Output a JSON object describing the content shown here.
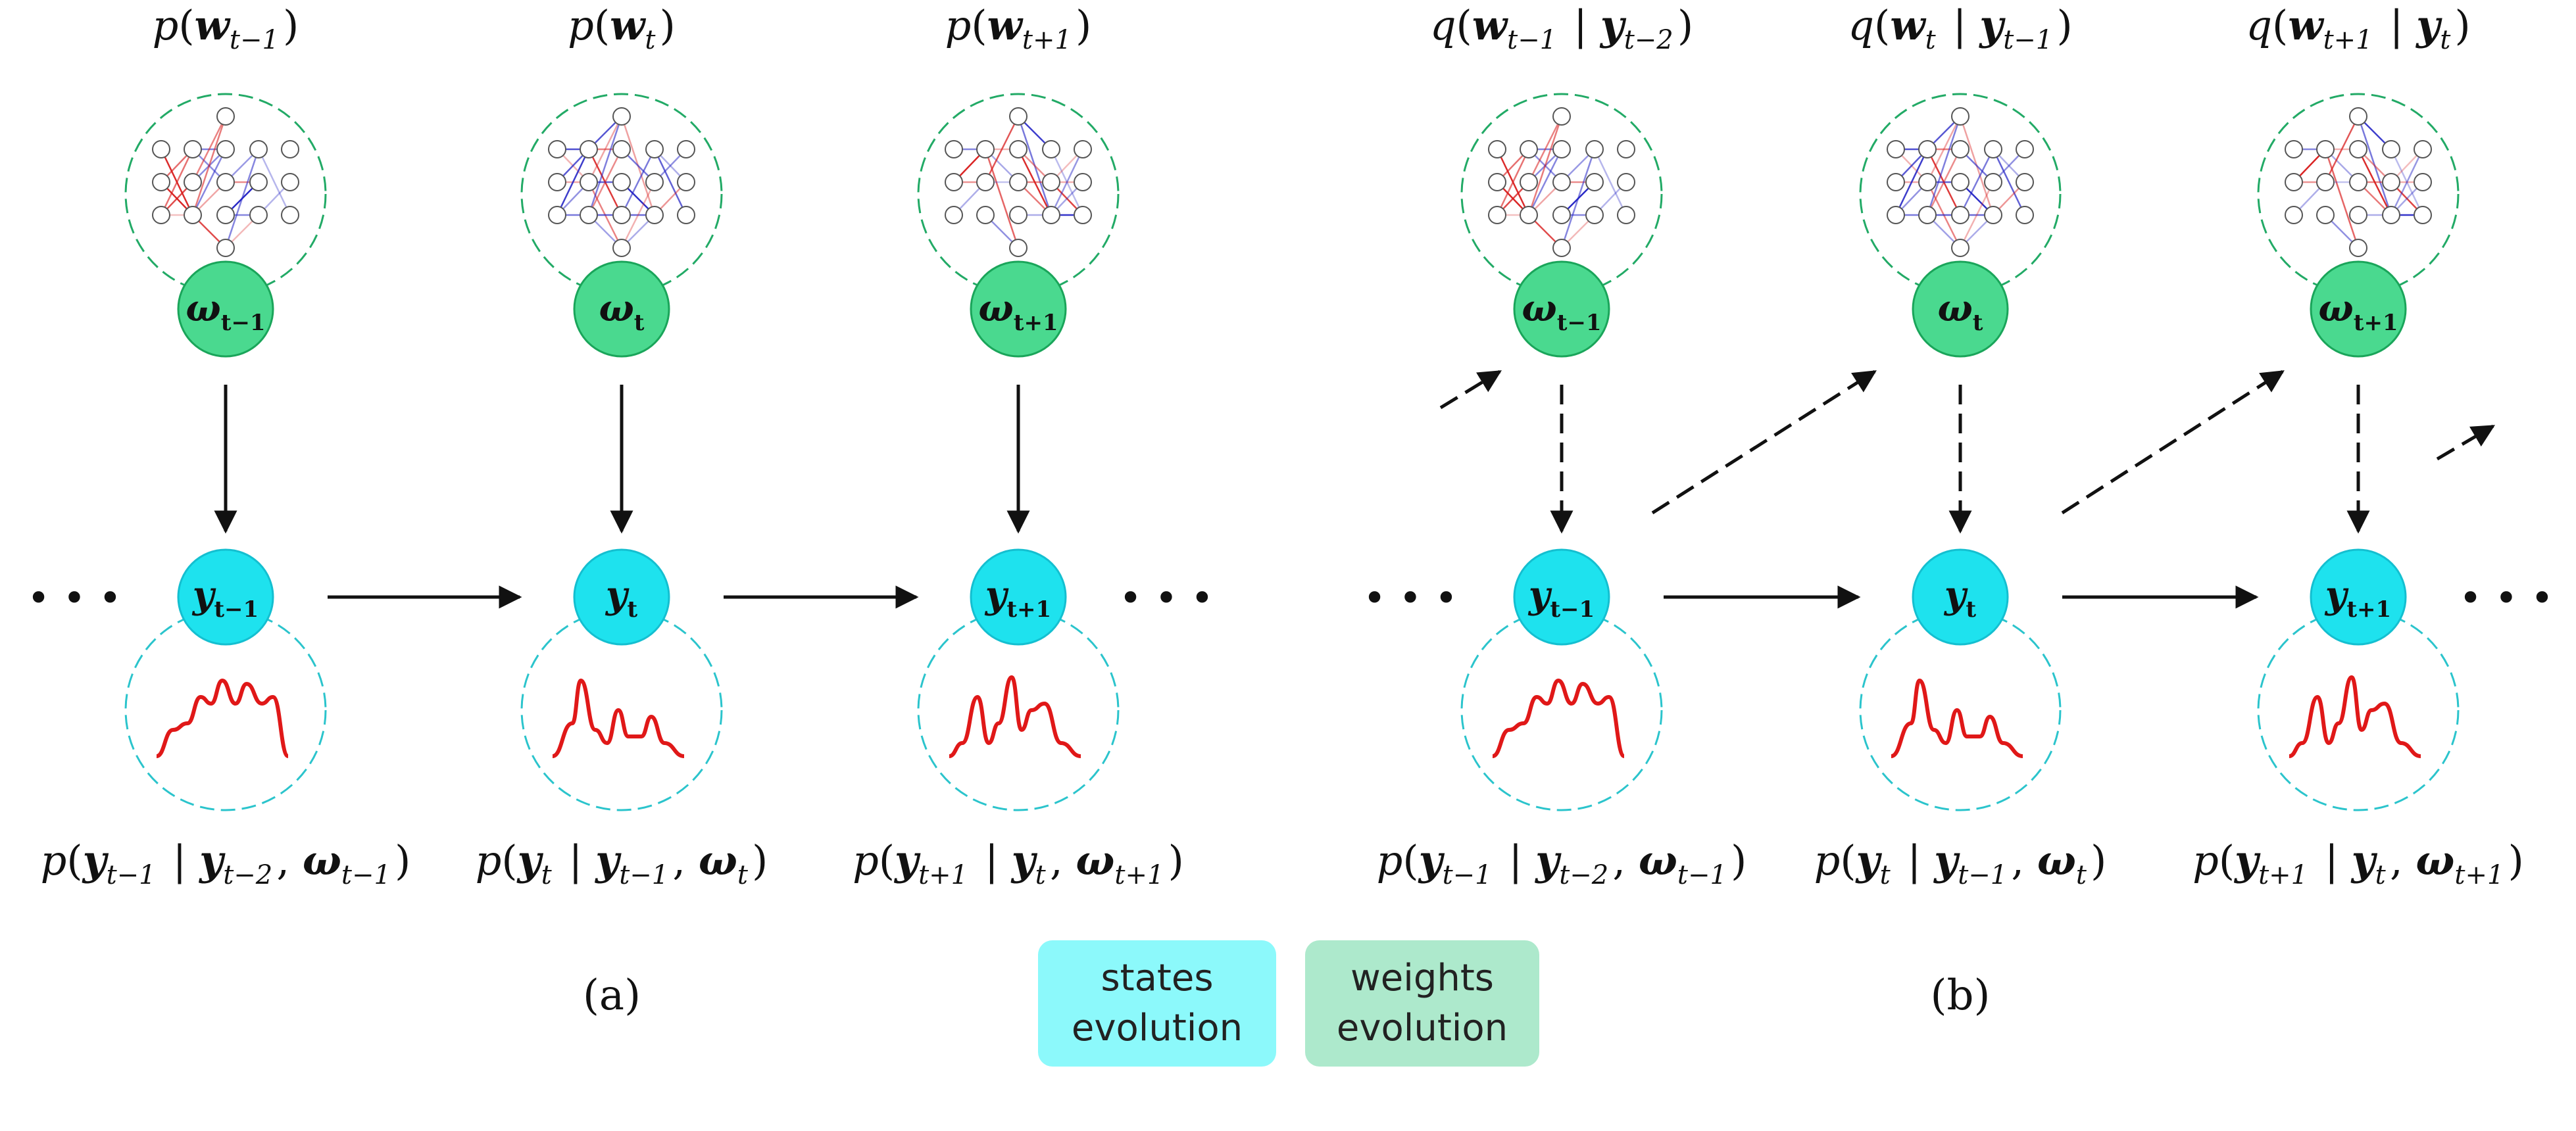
{
  "colors": {
    "state_fill": "#1ee2ee",
    "state_stroke": "#14bfd0",
    "weight_fill": "#4ad98f",
    "weight_stroke": "#1aa55a",
    "curve": "#e01818",
    "legend_state": "#8cf9fb",
    "legend_weight": "#ade9cc"
  },
  "legend": {
    "states_line1": "states",
    "states_line2": "evolution",
    "weights_line1": "weights",
    "weights_line2": "evolution"
  },
  "panels": {
    "a_label": "(a)",
    "b_label": "(b)"
  },
  "ellipsis": "• • •",
  "panel_a": {
    "top_labels": [
      {
        "pre": "p(",
        "var": "w",
        "sub": "t−1",
        "post": ")"
      },
      {
        "pre": "p(",
        "var": "w",
        "sub": "t",
        "post": ")"
      },
      {
        "pre": "p(",
        "var": "w",
        "sub": "t+1",
        "post": ")"
      }
    ],
    "bottom_labels": [
      "p(y_{t−1} | y_{t−2}, ω_{t−1})",
      "p(y_t | y_{t−1}, ω_t)",
      "p(y_{t+1} | y_t, ω_{t+1})"
    ]
  },
  "panel_b": {
    "top_labels": [
      "q(w_{t−1} | y_{t−2})",
      "q(w_t | y_{t−1})",
      "q(w_{t+1} | y_t)"
    ],
    "bottom_labels": [
      "p(y_{t−1} | y_{t−2}, ω_{t−1})",
      "p(y_t | y_{t−1}, ω_t)",
      "p(y_{t+1} | y_t, ω_{t+1})"
    ]
  },
  "weight_nodes": [
    {
      "sym": "ω",
      "sub": "t−1"
    },
    {
      "sym": "ω",
      "sub": "t"
    },
    {
      "sym": "ω",
      "sub": "t+1"
    }
  ],
  "state_nodes": [
    {
      "sym": "y",
      "sub": "t−1"
    },
    {
      "sym": "y",
      "sub": "t"
    },
    {
      "sym": "y",
      "sub": "t+1"
    }
  ]
}
